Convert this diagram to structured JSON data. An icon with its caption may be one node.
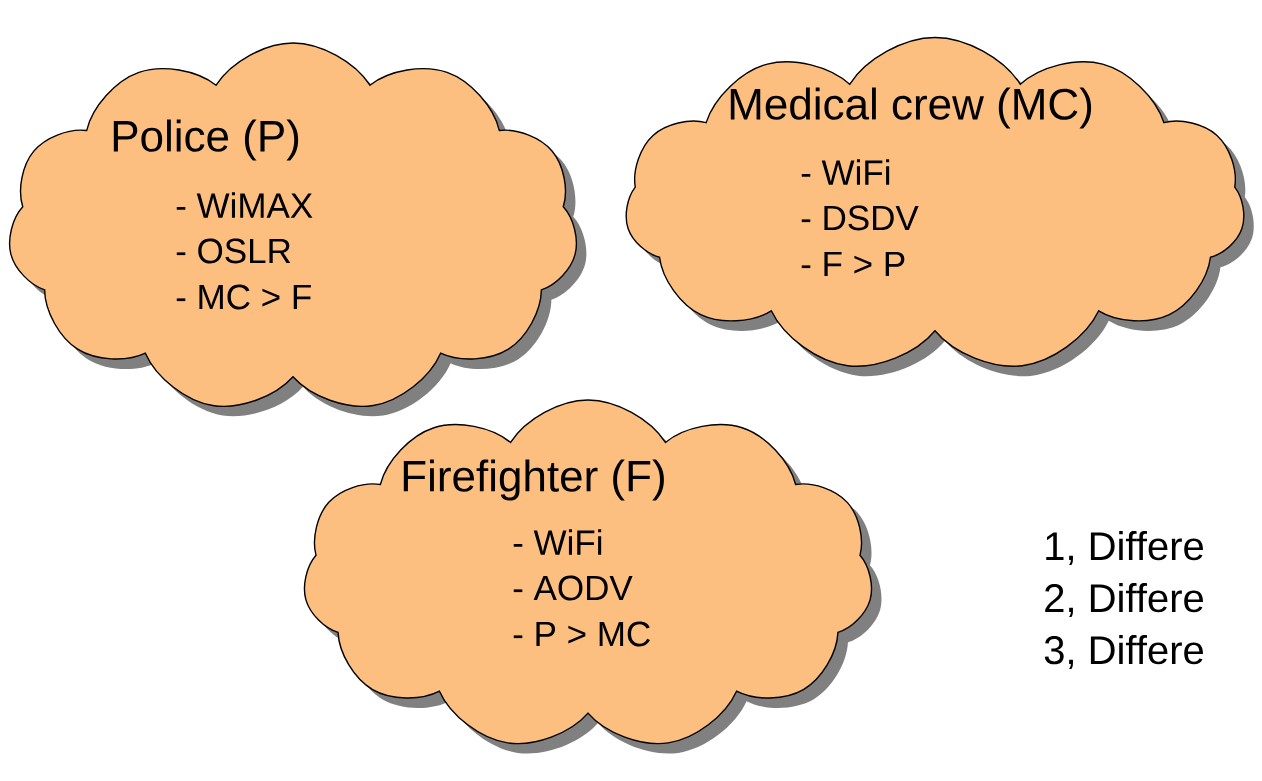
{
  "diagram": {
    "nodes": [
      {
        "text": [
          "Police (P)",
          "- WiMAX",
          "- OSLR",
          "- MC > F"
        ]
      },
      {
        "text": [
          "Medical crew (MC)",
          "- WiFi",
          "- DSDV",
          "- F > P"
        ]
      },
      {
        "text": [
          "Firefighter (F)",
          "- WiFi",
          "- AODV",
          "- P > MC"
        ]
      }
    ],
    "labels": [
      "1, Differe",
      "2, Differe",
      "3, Differe"
    ]
  }
}
